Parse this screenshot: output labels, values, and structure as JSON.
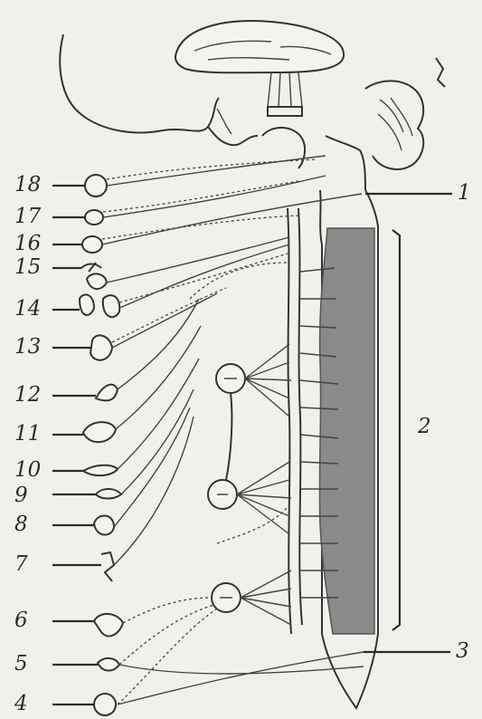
{
  "labels": {
    "l18": "18",
    "l17": "17",
    "l16": "16",
    "l15": "15",
    "l14": "14",
    "l13": "13",
    "l12": "12",
    "l11": "11",
    "l10": "10",
    "l9": "9",
    "l8": "8",
    "l7": "7",
    "l6": "6",
    "l5": "5",
    "l4": "4",
    "r1": "1",
    "r2": "2",
    "r3": "3"
  },
  "colors": {
    "background": "#f1f1ec",
    "ink": "#333333",
    "spinal_segment": "#8a8a8a"
  }
}
